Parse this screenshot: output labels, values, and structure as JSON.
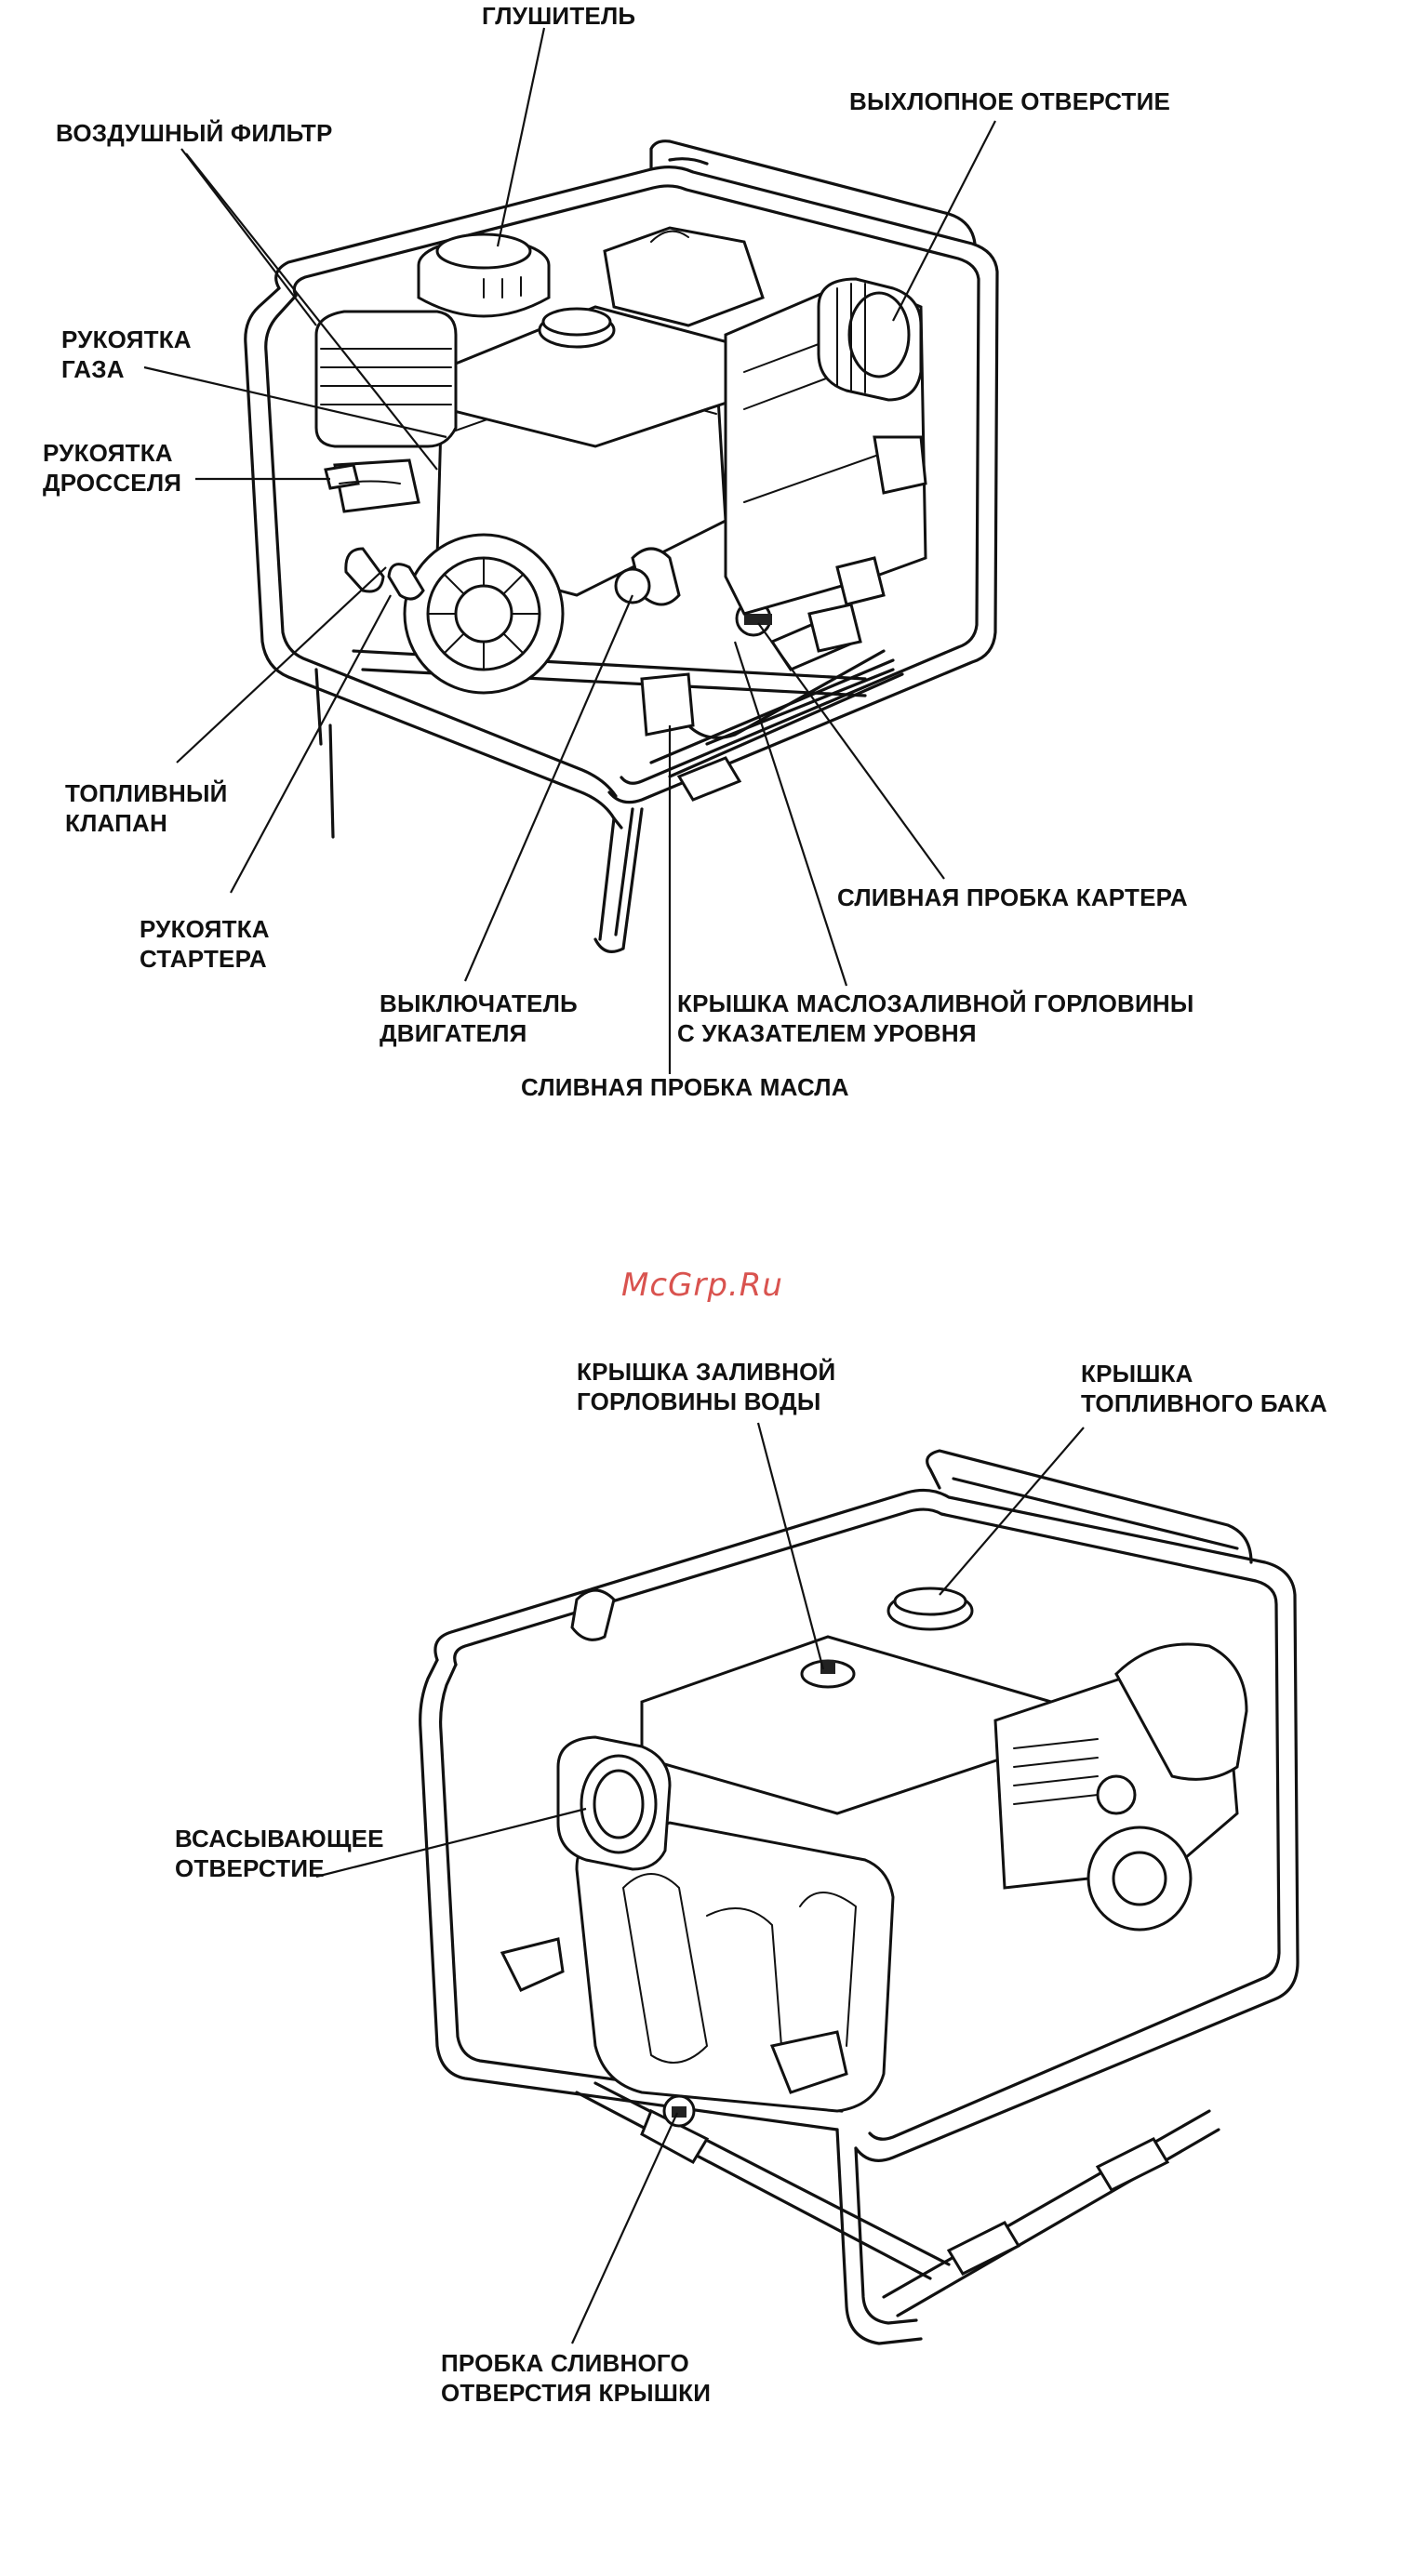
{
  "watermark": "McGrp.Ru",
  "figure_top": {
    "labels": {
      "muffler": "ГЛУШИТЕЛЬ",
      "exhaust": "ВЫХЛОПНОЕ ОТВЕРСТИЕ",
      "air_filter": "ВОЗДУШНЫЙ ФИЛЬТР",
      "throttle_1": "РУКОЯТКА",
      "throttle_2": "ГАЗА",
      "choke_1": "РУКОЯТКА",
      "choke_2": "ДРОССЕЛЯ",
      "fuel_valve_1": "ТОПЛИВНЫЙ",
      "fuel_valve_2": "КЛАПАН",
      "starter_1": "РУКОЯТКА",
      "starter_2": "СТАРТЕРА",
      "engine_switch_1": "ВЫКЛЮЧАТЕЛЬ",
      "engine_switch_2": "ДВИГАТЕЛЯ",
      "crankcase_drain": "СЛИВНАЯ ПРОБКА КАРТЕРА",
      "oil_filler_1": "КРЫШКА МАСЛОЗАЛИВНОЙ ГОРЛОВИНЫ",
      "oil_filler_2": "С УКАЗАТЕЛЕМ УРОВНЯ",
      "oil_drain": "СЛИВНАЯ ПРОБКА МАСЛА"
    }
  },
  "figure_bottom": {
    "labels": {
      "water_filler_1": "КРЫШКА ЗАЛИВНОЙ",
      "water_filler_2": "ГОРЛОВИНЫ ВОДЫ",
      "fuel_cap_1": "КРЫШКА",
      "fuel_cap_2": "ТОПЛИВНОГО БАКА",
      "suction_1": "ВСАСЫВАЮЩЕЕ",
      "suction_2": "ОТВЕРСТИЕ",
      "drain_plug_1": "ПРОБКА СЛИВНОГО",
      "drain_plug_2": "ОТВЕРСТИЯ КРЫШКИ"
    }
  }
}
